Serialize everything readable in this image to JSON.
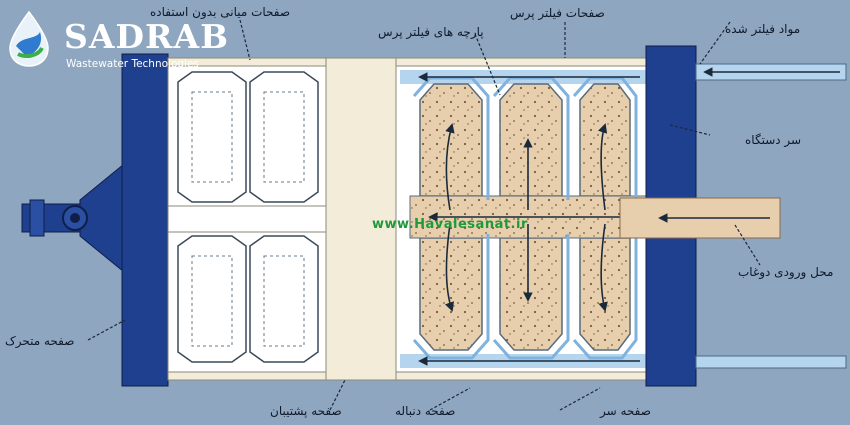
{
  "logo": {
    "name": "SADRAB",
    "tagline": "Wastewater Technologies"
  },
  "watermark": "www.Havalesanat.ir",
  "labels": {
    "unused_middle_plates": "صفحات میانی بدون استفاده",
    "filter_press_plates": "صفحات فیلتر پرس",
    "filtered_material": "مواد فیلتر شده",
    "filter_press_cloths": "پارچه های فیلتر پرس",
    "machine_head": "سر دستگاه",
    "sludge_inlet": "محل ورودی دوغاب",
    "moving_plate": "صفحه متحرک",
    "support_plate": "صفحه پشتیبان",
    "tail_plate": "صفحه دنباله",
    "head_plate": "صفحه سر"
  },
  "colors": {
    "background": "#8ea6c0",
    "frame_blue": "#1f3f8f",
    "cream": "#f2ecd9",
    "cake": "#e7cfae",
    "cake_dots": "#7b5a3a",
    "filtrate_blue": "#b5d4ee",
    "arrow": "#1b2a3a",
    "watermark": "#1e9a3a"
  }
}
